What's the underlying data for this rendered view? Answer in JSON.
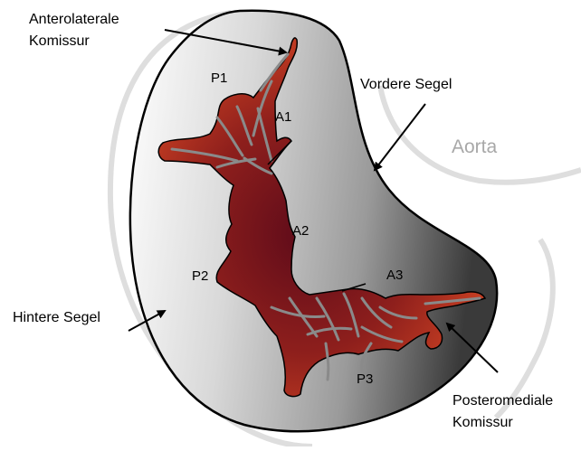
{
  "labels": {
    "anterolateral_line1": "Anterolaterale",
    "anterolateral_line2": "Komissur",
    "vordere_segel": "Vordere Segel",
    "aorta": "Aorta",
    "hintere_segel": "Hintere Segel",
    "posteromedial_line1": "Posteromediale",
    "posteromedial_line2": "Komissur"
  },
  "segments": {
    "p1": "P1",
    "a1": "A1",
    "a2": "A2",
    "p2": "P2",
    "a3": "A3",
    "p3": "P3"
  },
  "colors": {
    "valve_light": "#ffffff",
    "valve_dark": "#3a3a3a",
    "leaflet_red": "#b2341f",
    "leaflet_dark": "#5e0b1a",
    "chordae": "#8a8a8a",
    "aorta_text": "#a8a8a8",
    "outline_gray": "#d9d9d9"
  }
}
